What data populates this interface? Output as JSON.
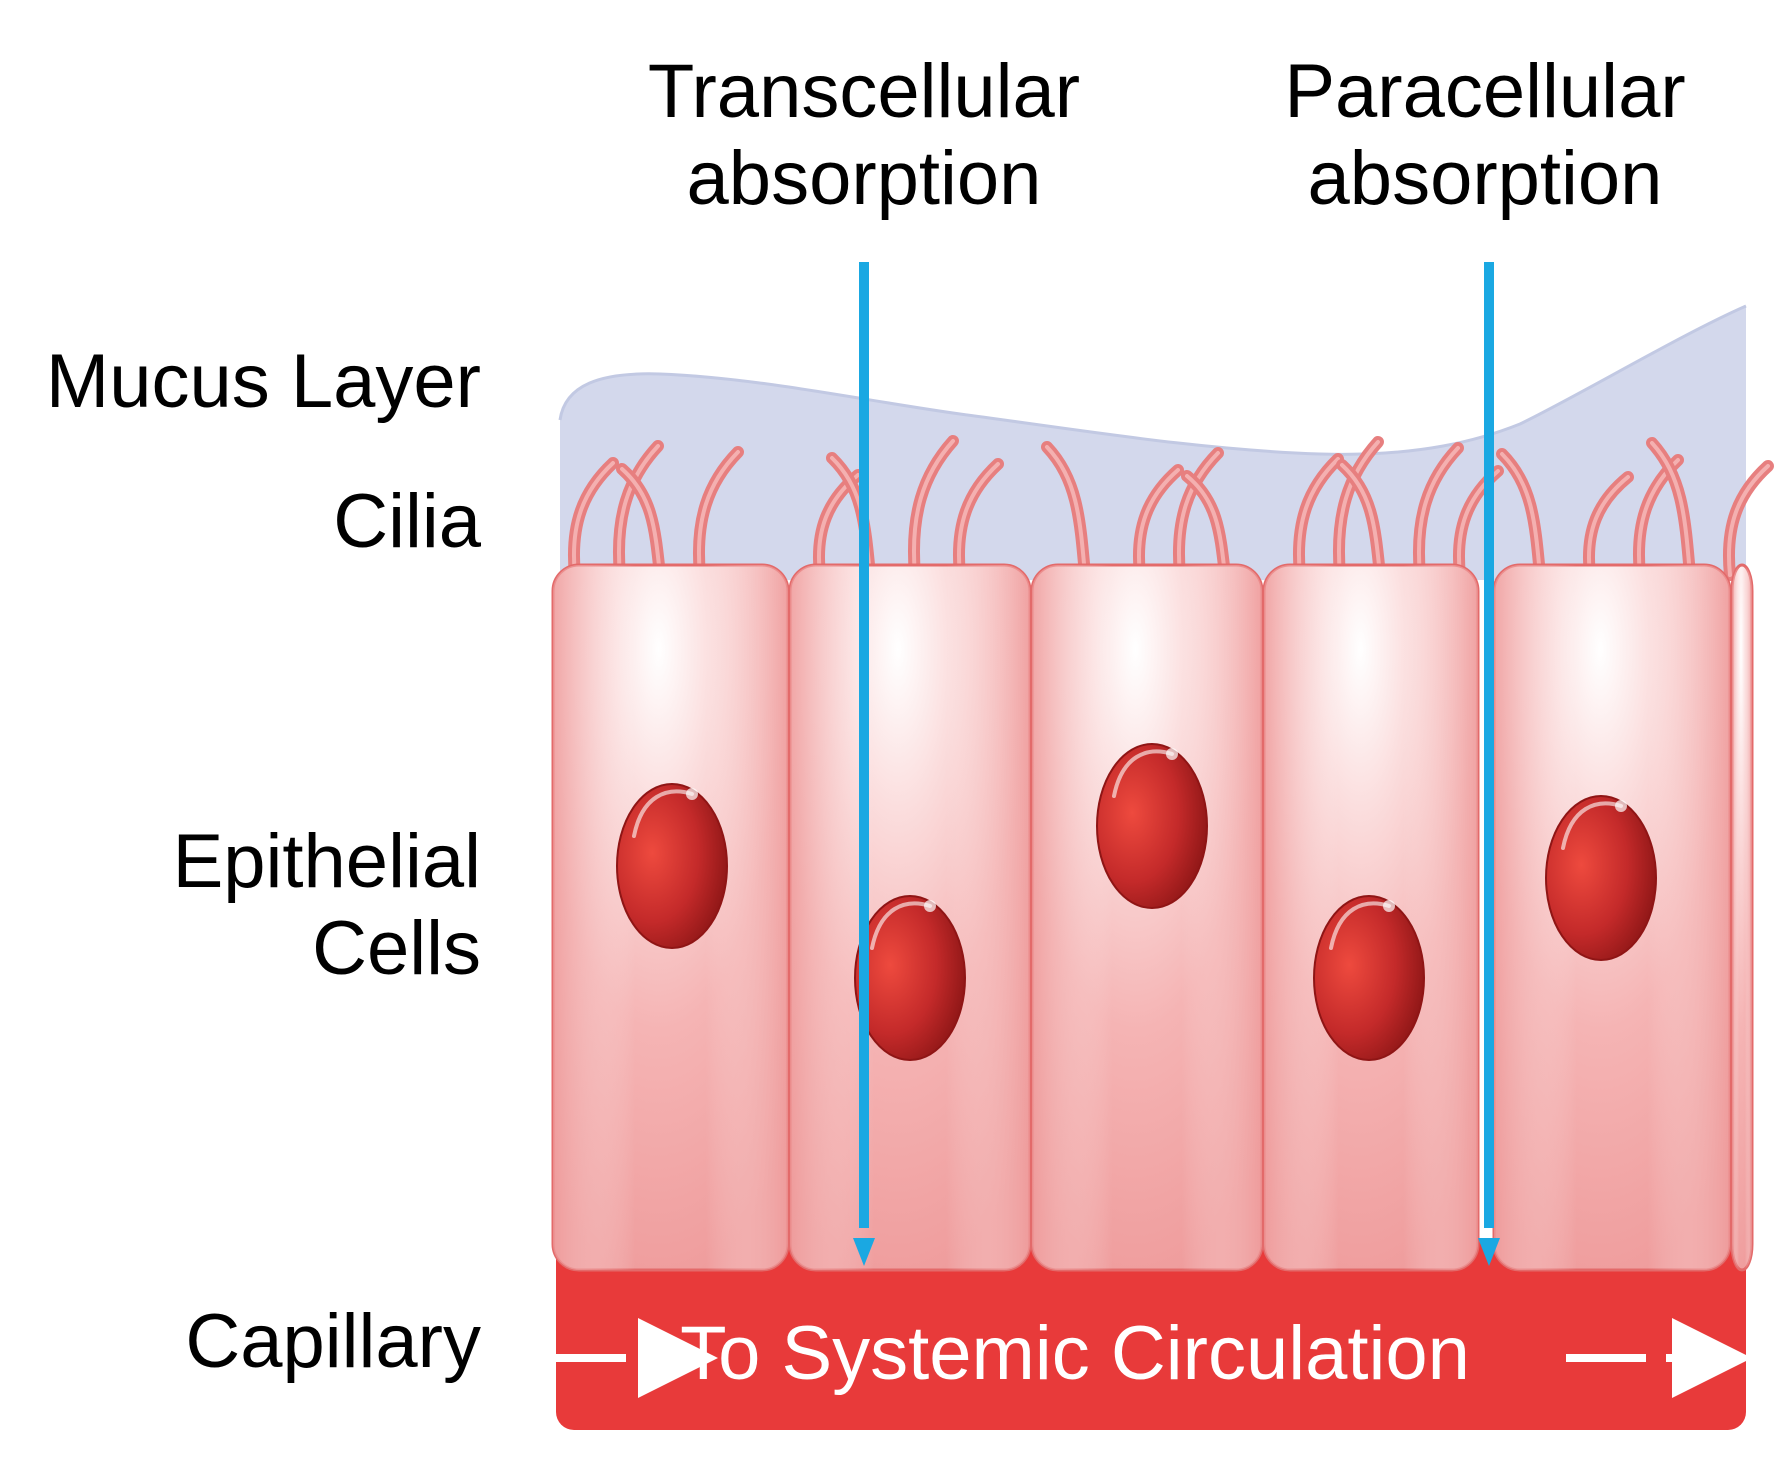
{
  "labels": {
    "transcellular": [
      "Transcellular",
      "absorption"
    ],
    "paracellular": [
      "Paracellular",
      "absorption"
    ],
    "mucus_layer": "Mucus Layer",
    "cilia": "Cilia",
    "epithelial_cells": [
      "Epithelial",
      "Cells"
    ],
    "capillary": "Capillary",
    "circulation": "To Systemic Circulation"
  },
  "colors": {
    "mucus": "#d3d8ec",
    "cilia": "#e77f7f",
    "cell_fill": "#f2a3a3",
    "cell_edge": "#e36a6a",
    "cell_highlight": "#fde8e8",
    "nucleus": "#c62a2a",
    "nucleus_dark": "#8f1515",
    "capillary": "#e83a3a",
    "arrow": "#1aa8e2",
    "text": "#000000",
    "circulation_text": "#ffffff"
  }
}
